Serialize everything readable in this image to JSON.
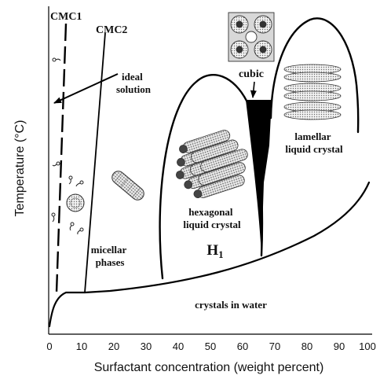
{
  "diagram": {
    "y_axis_label": "Temperature (°C)",
    "x_axis_label": "Surfactant concentration (weight percent)",
    "x_ticks": [
      "0",
      "10",
      "20",
      "30",
      "40",
      "50",
      "60",
      "70",
      "80",
      "90",
      "100"
    ],
    "labels": {
      "cmc1": "CMC1",
      "cmc2": "CMC2",
      "ideal_solution_line1": "ideal",
      "ideal_solution_line2": "solution",
      "cubic": "cubic",
      "lamellar_line1": "lamellar",
      "lamellar_line2": "liquid crystal",
      "hexagonal_line1": "hexagonal",
      "hexagonal_line2": "liquid crystal",
      "h1_symbol": "H",
      "h1_subscript": "1",
      "micellar_line1": "micellar",
      "micellar_line2": "phases",
      "crystals_in_water": "crystals in water"
    }
  }
}
